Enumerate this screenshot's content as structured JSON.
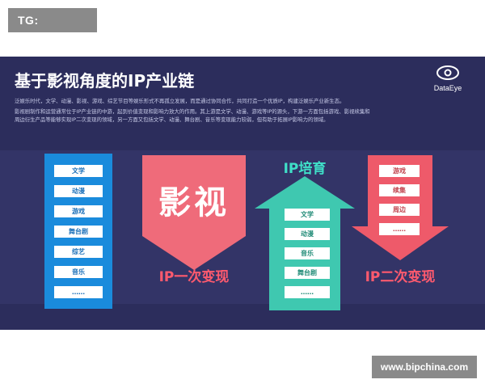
{
  "watermark_top": "TG: MYYJJPP",
  "watermark_bottom": "www.bipchina.com",
  "header": {
    "title": "基于影视角度的IP产业链",
    "logo_text": "DataEye"
  },
  "paragraphs": [
    "泛娱乐时代，文学、动漫、影视、游戏、综艺节目等娱乐形式不再孤立发展，而是通过协同合作，共同打造一个优质IP，构建泛娱乐产业新生态。",
    "影视剧制作和运营通常位于IP产业链的中游，起到价值变现和影响力放大的作用。其上游是文学、动漫、游戏等IP的源头，下游一方面包括游戏、影视续集和",
    "周边衍生产品等能够实现IP二次变现的领域，另一方面又包括文学、动漫、舞台剧、音乐等变现能力较弱，但有助于拓展IP影响力的领域。"
  ],
  "source_list": [
    "文学",
    "动漫",
    "游戏",
    "舞台剧",
    "综艺",
    "音乐",
    "……"
  ],
  "center_label": "影视",
  "first_monetize": "IP一次变现",
  "cultivate_label": "IP培育",
  "cultivate_list": [
    "文学",
    "动漫",
    "音乐",
    "舞台剧",
    "……"
  ],
  "second_list": [
    "游戏",
    "续集",
    "周边",
    "……"
  ],
  "second_monetize": "IP二次变现",
  "colors": {
    "banner_bg": "#2c2d5c",
    "blue": "#1a8bdc",
    "pink": "#ef6b7a",
    "green": "#3fc8b0",
    "red": "#ee5a6a"
  }
}
